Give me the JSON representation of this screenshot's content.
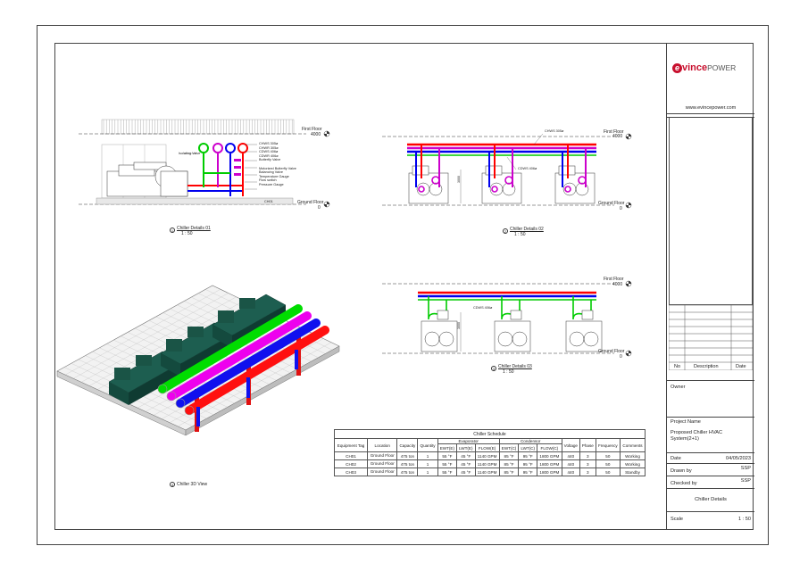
{
  "brand": {
    "logo_prefix": "e",
    "logo_vince": "vince",
    "logo_power": "POWER",
    "website": "www.evincepower.com",
    "accent": "#c8102e"
  },
  "title_block": {
    "rev_headers": {
      "no": "No",
      "description": "Description",
      "date": "Date"
    },
    "owner_label": "Owner",
    "project_name_label": "Project Name",
    "project_name": "Proposed Chiller HVAC System(2+1)",
    "date_label": "Date",
    "date_value": "04/05/2023",
    "drawn_by_label": "Drawn by",
    "drawn_by_value": "SSP",
    "checked_by_label": "Checked by",
    "checked_by_value": "SSP",
    "sheet_title": "Chiller Details",
    "scale_label": "Scale",
    "scale_value": "1 : 50"
  },
  "views": {
    "v1": {
      "number": "1",
      "title": "Chiller Details 01",
      "scale": "1 : 50",
      "first_floor": "First Floor",
      "first_floor_elev": "4000",
      "ground_floor": "Ground Floor",
      "ground_floor_elev": "0",
      "callouts": [
        "CHWS 305ø",
        "CHWR 305ø",
        "CDWS 406ø",
        "CDWR 406ø",
        "Butterfly Valve",
        "Motorized Butterfly Valve",
        "Balancing Valve",
        "Temperature Gauge",
        "Flow switch",
        "Pressure Gauge"
      ],
      "isolating_valve": "Isolating Valve",
      "chiller_label": "CH01"
    },
    "v2": {
      "number": "2",
      "title": "Chiller Details 02",
      "scale": "1 : 50",
      "first_floor": "First Floor",
      "first_floor_elev": "4000",
      "ground_floor": "Ground Floor",
      "ground_floor_elev": "0",
      "pipe_top": "CHWS 305ø",
      "pipe_mid": "CDWS 406ø",
      "dim": "3000"
    },
    "v3": {
      "number": "3",
      "title": "Chiller Details 03",
      "scale": "1 : 50",
      "first_floor": "First Floor",
      "first_floor_elev": "4000",
      "ground_floor": "Ground Floor",
      "ground_floor_elev": "0",
      "pipe_label": "CDWS 406ø",
      "dim": "3000"
    },
    "v4": {
      "number": "4",
      "title": "Chiller 3D View"
    }
  },
  "schedule": {
    "title": "Chiller Schedule",
    "group_evap": "Evaporator",
    "group_cond": "Condensor",
    "headers": [
      "Equipment Tag",
      "Location",
      "Capacity",
      "Quantity",
      "EWT(E)",
      "LWT(E)",
      "FLOW(E)",
      "EWT(C)",
      "LWT(C)",
      "FLOW(C)",
      "Voltage",
      "Phase",
      "Frequency",
      "Comments"
    ],
    "rows": [
      [
        "CH01",
        "Ground Floor",
        "475 ton",
        "1",
        "55 °F",
        "45 °F",
        "1140 GPM",
        "85 °F",
        "95 °F",
        "1800 GPM",
        "440",
        "3",
        "50",
        "Working"
      ],
      [
        "CH02",
        "Ground Floor",
        "475 ton",
        "1",
        "55 °F",
        "45 °F",
        "1140 GPM",
        "85 °F",
        "95 °F",
        "1800 GPM",
        "440",
        "3",
        "50",
        "Working"
      ],
      [
        "CH03",
        "Ground Floor",
        "475 ton",
        "1",
        "55 °F",
        "45 °F",
        "1140 GPM",
        "85 °F",
        "95 °F",
        "1800 GPM",
        "440",
        "3",
        "50",
        "Standby"
      ]
    ]
  },
  "colors": {
    "chws": "#00cc00",
    "chwr": "#cc00cc",
    "cdws": "#ff0000",
    "cdwr": "#0000ee",
    "chiller": "#1a5a4a"
  }
}
